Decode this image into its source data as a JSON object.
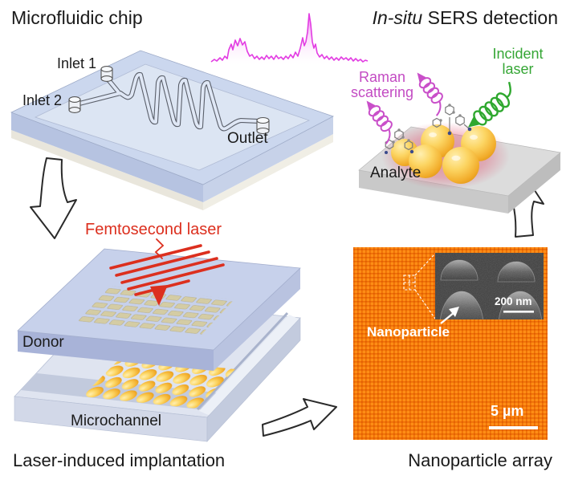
{
  "figure": {
    "titles": {
      "microfluidic": "Microfluidic chip",
      "sers_italic": "In-situ",
      "sers_rest": " SERS detection",
      "implantation": "Laser-induced implantation",
      "nanoparticle_array": "Nanoparticle array"
    },
    "chip_labels": {
      "inlet1": "Inlet 1",
      "inlet2": "Inlet 2",
      "outlet": "Outlet"
    },
    "sers": {
      "raman_line1": "Raman",
      "raman_line2": "scattering",
      "incident_line1": "Incident",
      "incident_line2": "laser",
      "analyte": "Analyte"
    },
    "implantation_labels": {
      "laser": "Femtosecond laser",
      "donor": "Donor",
      "microchannel": "Microchannel"
    },
    "array_labels": {
      "nanoparticle": "Nanoparticle",
      "sem_scale": "200 nm",
      "afm_scale": "5 µm"
    },
    "icons": {
      "flow_arrow_down": "outline-arrow-down",
      "flow_arrow_right": "outline-arrow-right",
      "flow_arrow_up": "outline-arrow-up",
      "raman_spectrum": "magenta-spectrum-trace",
      "incident_laser_beam": "green-coil-arrow",
      "raman_scatter_beams": "magenta-coil-arrows",
      "femtosecond_beam": "red-laser-coil-arrow"
    },
    "colors": {
      "magenta": "#c34bc3",
      "green": "#35a635",
      "red": "#dc2f1e",
      "orange": "#fd8d16",
      "gold": "#f6c94e",
      "chip_blue": "#cbd7ee",
      "platform_gray": "#dcdcdc",
      "sem_gray": "#3f3f3f"
    }
  }
}
